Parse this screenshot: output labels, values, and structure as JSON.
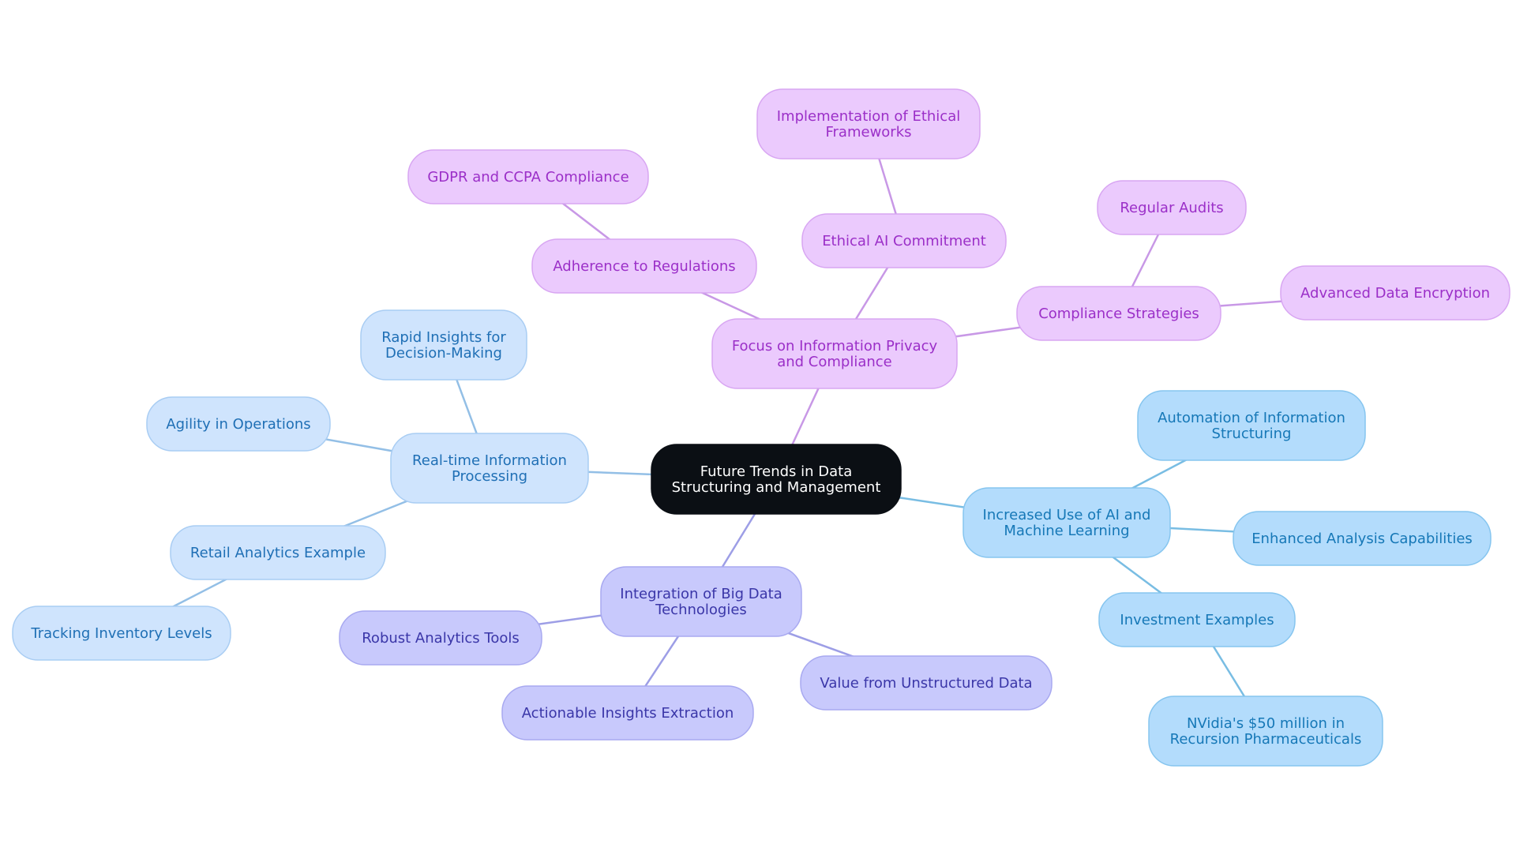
{
  "root": {
    "lines": [
      "Future Trends in Data",
      "Structuring and Management"
    ],
    "fill": "#0b0f14",
    "text_color": "#ffffff"
  },
  "branches": [
    {
      "id": "privacy",
      "lines": [
        "Focus on Information Privacy",
        "and Compliance"
      ],
      "fill": "#ebcafd",
      "stroke": "#d8a6f2",
      "text_color": "#9b2fc8",
      "line_color": "#c898e6",
      "children": [
        {
          "id": "regulations",
          "lines": [
            "Adherence to Regulations"
          ],
          "children": [
            {
              "id": "gdpr",
              "lines": [
                "GDPR and CCPA Compliance"
              ]
            }
          ]
        },
        {
          "id": "ethical-ai",
          "lines": [
            "Ethical AI Commitment"
          ],
          "children": [
            {
              "id": "ethical-frameworks",
              "lines": [
                "Implementation of Ethical",
                "Frameworks"
              ]
            }
          ]
        },
        {
          "id": "compliance-strategies",
          "lines": [
            "Compliance Strategies"
          ],
          "children": [
            {
              "id": "regular-audits",
              "lines": [
                "Regular Audits"
              ]
            },
            {
              "id": "data-encryption",
              "lines": [
                "Advanced Data Encryption"
              ]
            }
          ]
        }
      ]
    },
    {
      "id": "realtime",
      "lines": [
        "Real-time Information",
        "Processing"
      ],
      "fill": "#cfe4fd",
      "stroke": "#a9cdf3",
      "text_color": "#1f6fb5",
      "line_color": "#93bfe6",
      "children": [
        {
          "id": "rapid-insights",
          "lines": [
            "Rapid Insights for",
            "Decision-Making"
          ]
        },
        {
          "id": "agility",
          "lines": [
            "Agility in Operations"
          ]
        },
        {
          "id": "retail-analytics",
          "lines": [
            "Retail Analytics Example"
          ],
          "children": [
            {
              "id": "tracking-inventory",
              "lines": [
                "Tracking Inventory Levels"
              ]
            }
          ]
        }
      ]
    },
    {
      "id": "ai-ml",
      "lines": [
        "Increased Use of AI and",
        "Machine Learning"
      ],
      "fill": "#b3dcfc",
      "stroke": "#86c5ef",
      "text_color": "#1678b7",
      "line_color": "#79bde3",
      "children": [
        {
          "id": "automation",
          "lines": [
            "Automation of Information",
            "Structuring"
          ]
        },
        {
          "id": "enhanced-analysis",
          "lines": [
            "Enhanced Analysis Capabilities"
          ]
        },
        {
          "id": "investment-examples",
          "lines": [
            "Investment Examples"
          ],
          "children": [
            {
              "id": "nvidia",
              "lines": [
                "NVidia's $50 million in",
                "Recursion Pharmaceuticals"
              ]
            }
          ]
        }
      ]
    },
    {
      "id": "bigdata",
      "lines": [
        "Integration of Big Data",
        "Technologies"
      ],
      "fill": "#c8c9fc",
      "stroke": "#a8a9f0",
      "text_color": "#3a36a8",
      "line_color": "#9d9ee6",
      "children": [
        {
          "id": "robust-analytics",
          "lines": [
            "Robust Analytics Tools"
          ]
        },
        {
          "id": "actionable-insights",
          "lines": [
            "Actionable Insights Extraction"
          ]
        },
        {
          "id": "unstructured-data",
          "lines": [
            "Value from Unstructured Data"
          ]
        }
      ]
    }
  ]
}
